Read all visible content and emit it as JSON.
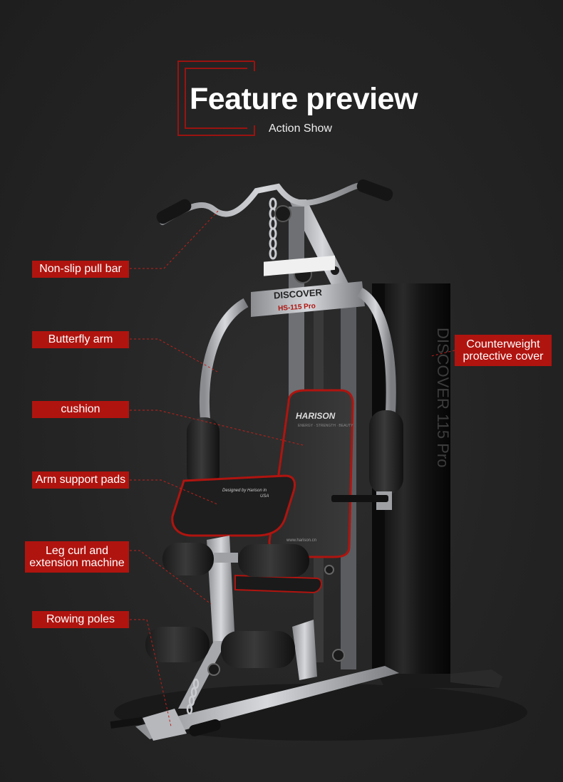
{
  "header": {
    "title": "Feature preview",
    "subtitle": "Action Show"
  },
  "colors": {
    "background": "#232323",
    "accent": "#b0140f",
    "frame": "#9a1310"
  },
  "machine": {
    "brand_plate": "DISCOVER",
    "model_plate": "HS-115 Pro",
    "seat_brand": "HARISON",
    "seat_tagline": "ENERGY · STRENGTH · BEAUTY",
    "seat_url": "www.harison.cn",
    "pad_text_line1": "Designed by Harison in",
    "pad_text_line2": "USA",
    "tower_text": "DISCOVER 115 Pro"
  },
  "callouts": {
    "pull_bar": "Non-slip pull bar",
    "butterfly_arm": "Butterfly arm",
    "cushion": "cushion",
    "arm_pads": "Arm support pads",
    "leg_curl_line1": "Leg curl and",
    "leg_curl_line2": "extension machine",
    "rowing": "Rowing poles",
    "counterweight_line1": "Counterweight",
    "counterweight_line2": "protective cover"
  }
}
